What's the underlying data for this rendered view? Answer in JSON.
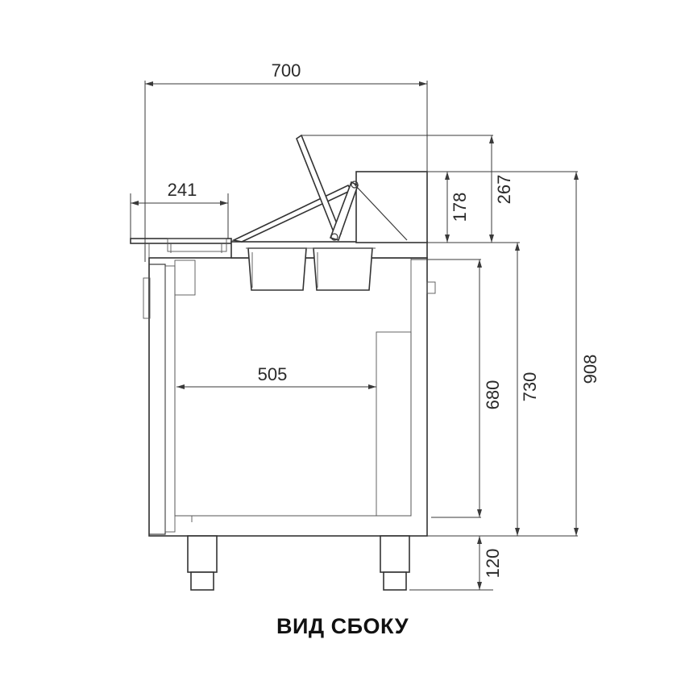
{
  "dimensions": {
    "total_depth": "700",
    "lid_depth": "241",
    "inner_depth": "505",
    "lid_height": "178",
    "raised_lid_height": "267",
    "inner_height": "680",
    "body_height": "730",
    "total_height": "908",
    "leg_height": "120"
  },
  "caption": "ВИД СБОКУ"
}
